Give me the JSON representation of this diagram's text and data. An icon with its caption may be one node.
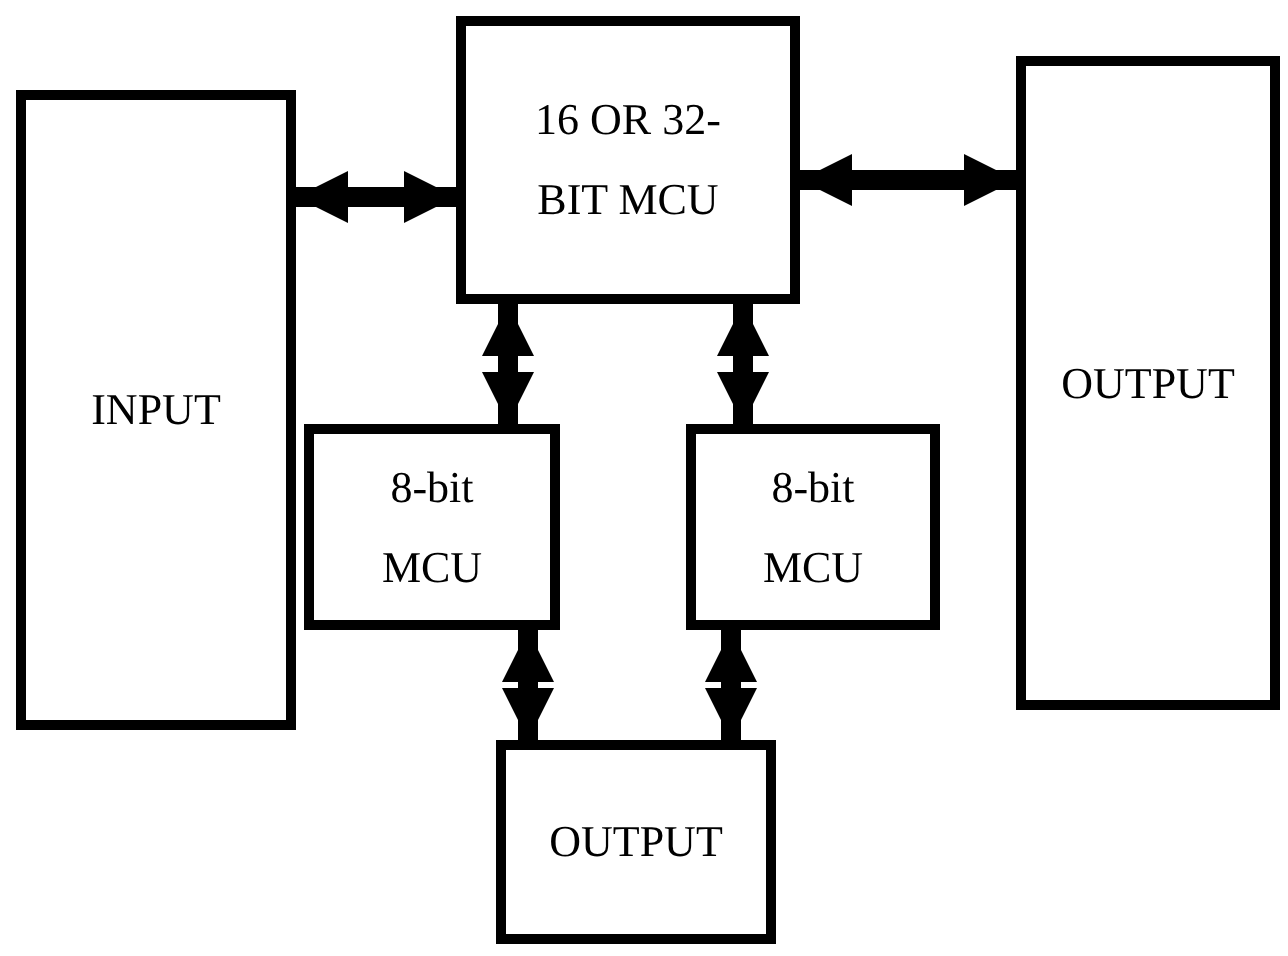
{
  "diagram": {
    "nodes": [
      {
        "text": [
          "INPUT"
        ]
      },
      {
        "text": [
          "16 OR 32-BIT MCU"
        ]
      },
      {
        "text": [
          "OUTPUT"
        ]
      },
      {
        "text": [
          "8-bit MCU"
        ]
      },
      {
        "text": [
          "8-bit MCU"
        ]
      },
      {
        "text": [
          "OUTPUT"
        ]
      }
    ],
    "edges": [
      {
        "from": 0,
        "to": 1,
        "arrow": "both"
      },
      {
        "from": 1,
        "to": 2,
        "arrow": "both"
      },
      {
        "from": 1,
        "to": 3,
        "arrow": "both"
      },
      {
        "from": 1,
        "to": 4,
        "arrow": "both"
      },
      {
        "from": 3,
        "to": 5,
        "arrow": "both"
      },
      {
        "from": 4,
        "to": 5,
        "arrow": "both"
      }
    ]
  }
}
